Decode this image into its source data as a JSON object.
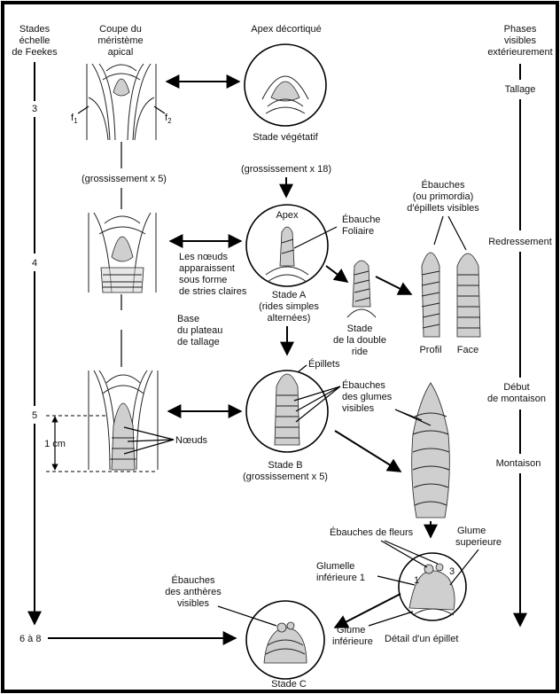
{
  "left_axis": {
    "header": [
      "Stades",
      "échelle",
      "de Feekes"
    ],
    "ticks": [
      "3",
      "4",
      "5",
      "6 à 8"
    ]
  },
  "right_axis": {
    "header": [
      "Phases",
      "visibles",
      "extérieurement"
    ],
    "phases": [
      "Tallage",
      "Redressement",
      "Début",
      "de montaison",
      "Montaison"
    ]
  },
  "meristem": {
    "header": [
      "Coupe du",
      "méristème",
      "apical"
    ],
    "f1": "f",
    "f1_sub": "1",
    "f2": "f",
    "f2_sub": "2",
    "magnification": "(grossissement x 5)",
    "base_label": [
      "Base",
      "du plateau",
      "de tallage"
    ],
    "nodes_label": "Nœuds",
    "scale": "1 cm"
  },
  "apex": {
    "header": "Apex décortiqué",
    "vegetative": "Stade végétatif",
    "magnification": "(grossissement x 18)"
  },
  "stage_a": {
    "apex": "Apex",
    "leaf_primordium": [
      "Ébauche",
      "Foliaire"
    ],
    "nodes_text": [
      "Les nœuds",
      "apparaissent",
      "sous forme",
      "de stries claires"
    ],
    "title": [
      "Stade A",
      "(rides simples",
      "alternées)"
    ],
    "double_ridge": [
      "Stade",
      "de la double",
      "ride"
    ],
    "spikelet_primordia": [
      "Ébauches",
      "(ou primordia)",
      "d'épillets visibles"
    ],
    "profile": "Profil",
    "face": "Face"
  },
  "stage_b": {
    "spikelets": "Épillets",
    "glume_primordia": [
      "Ébauches",
      "des glumes",
      "visibles"
    ],
    "title": [
      "Stade B",
      "(grossissement x 5)"
    ]
  },
  "stage_c": {
    "flower_primordia": "Ébauches de fleurs",
    "upper_glume": [
      "Glume",
      "superieure"
    ],
    "lower_lemma": [
      "Glumelle",
      "inférieure 1"
    ],
    "floret_1": "1",
    "floret_3": "3",
    "lower_glume": [
      "Glume",
      "inférieure"
    ],
    "detail": "Détail d'un épillet",
    "anther_primordia": [
      "Ébauches",
      "des anthères",
      "visibles"
    ],
    "title": "Stade C"
  }
}
